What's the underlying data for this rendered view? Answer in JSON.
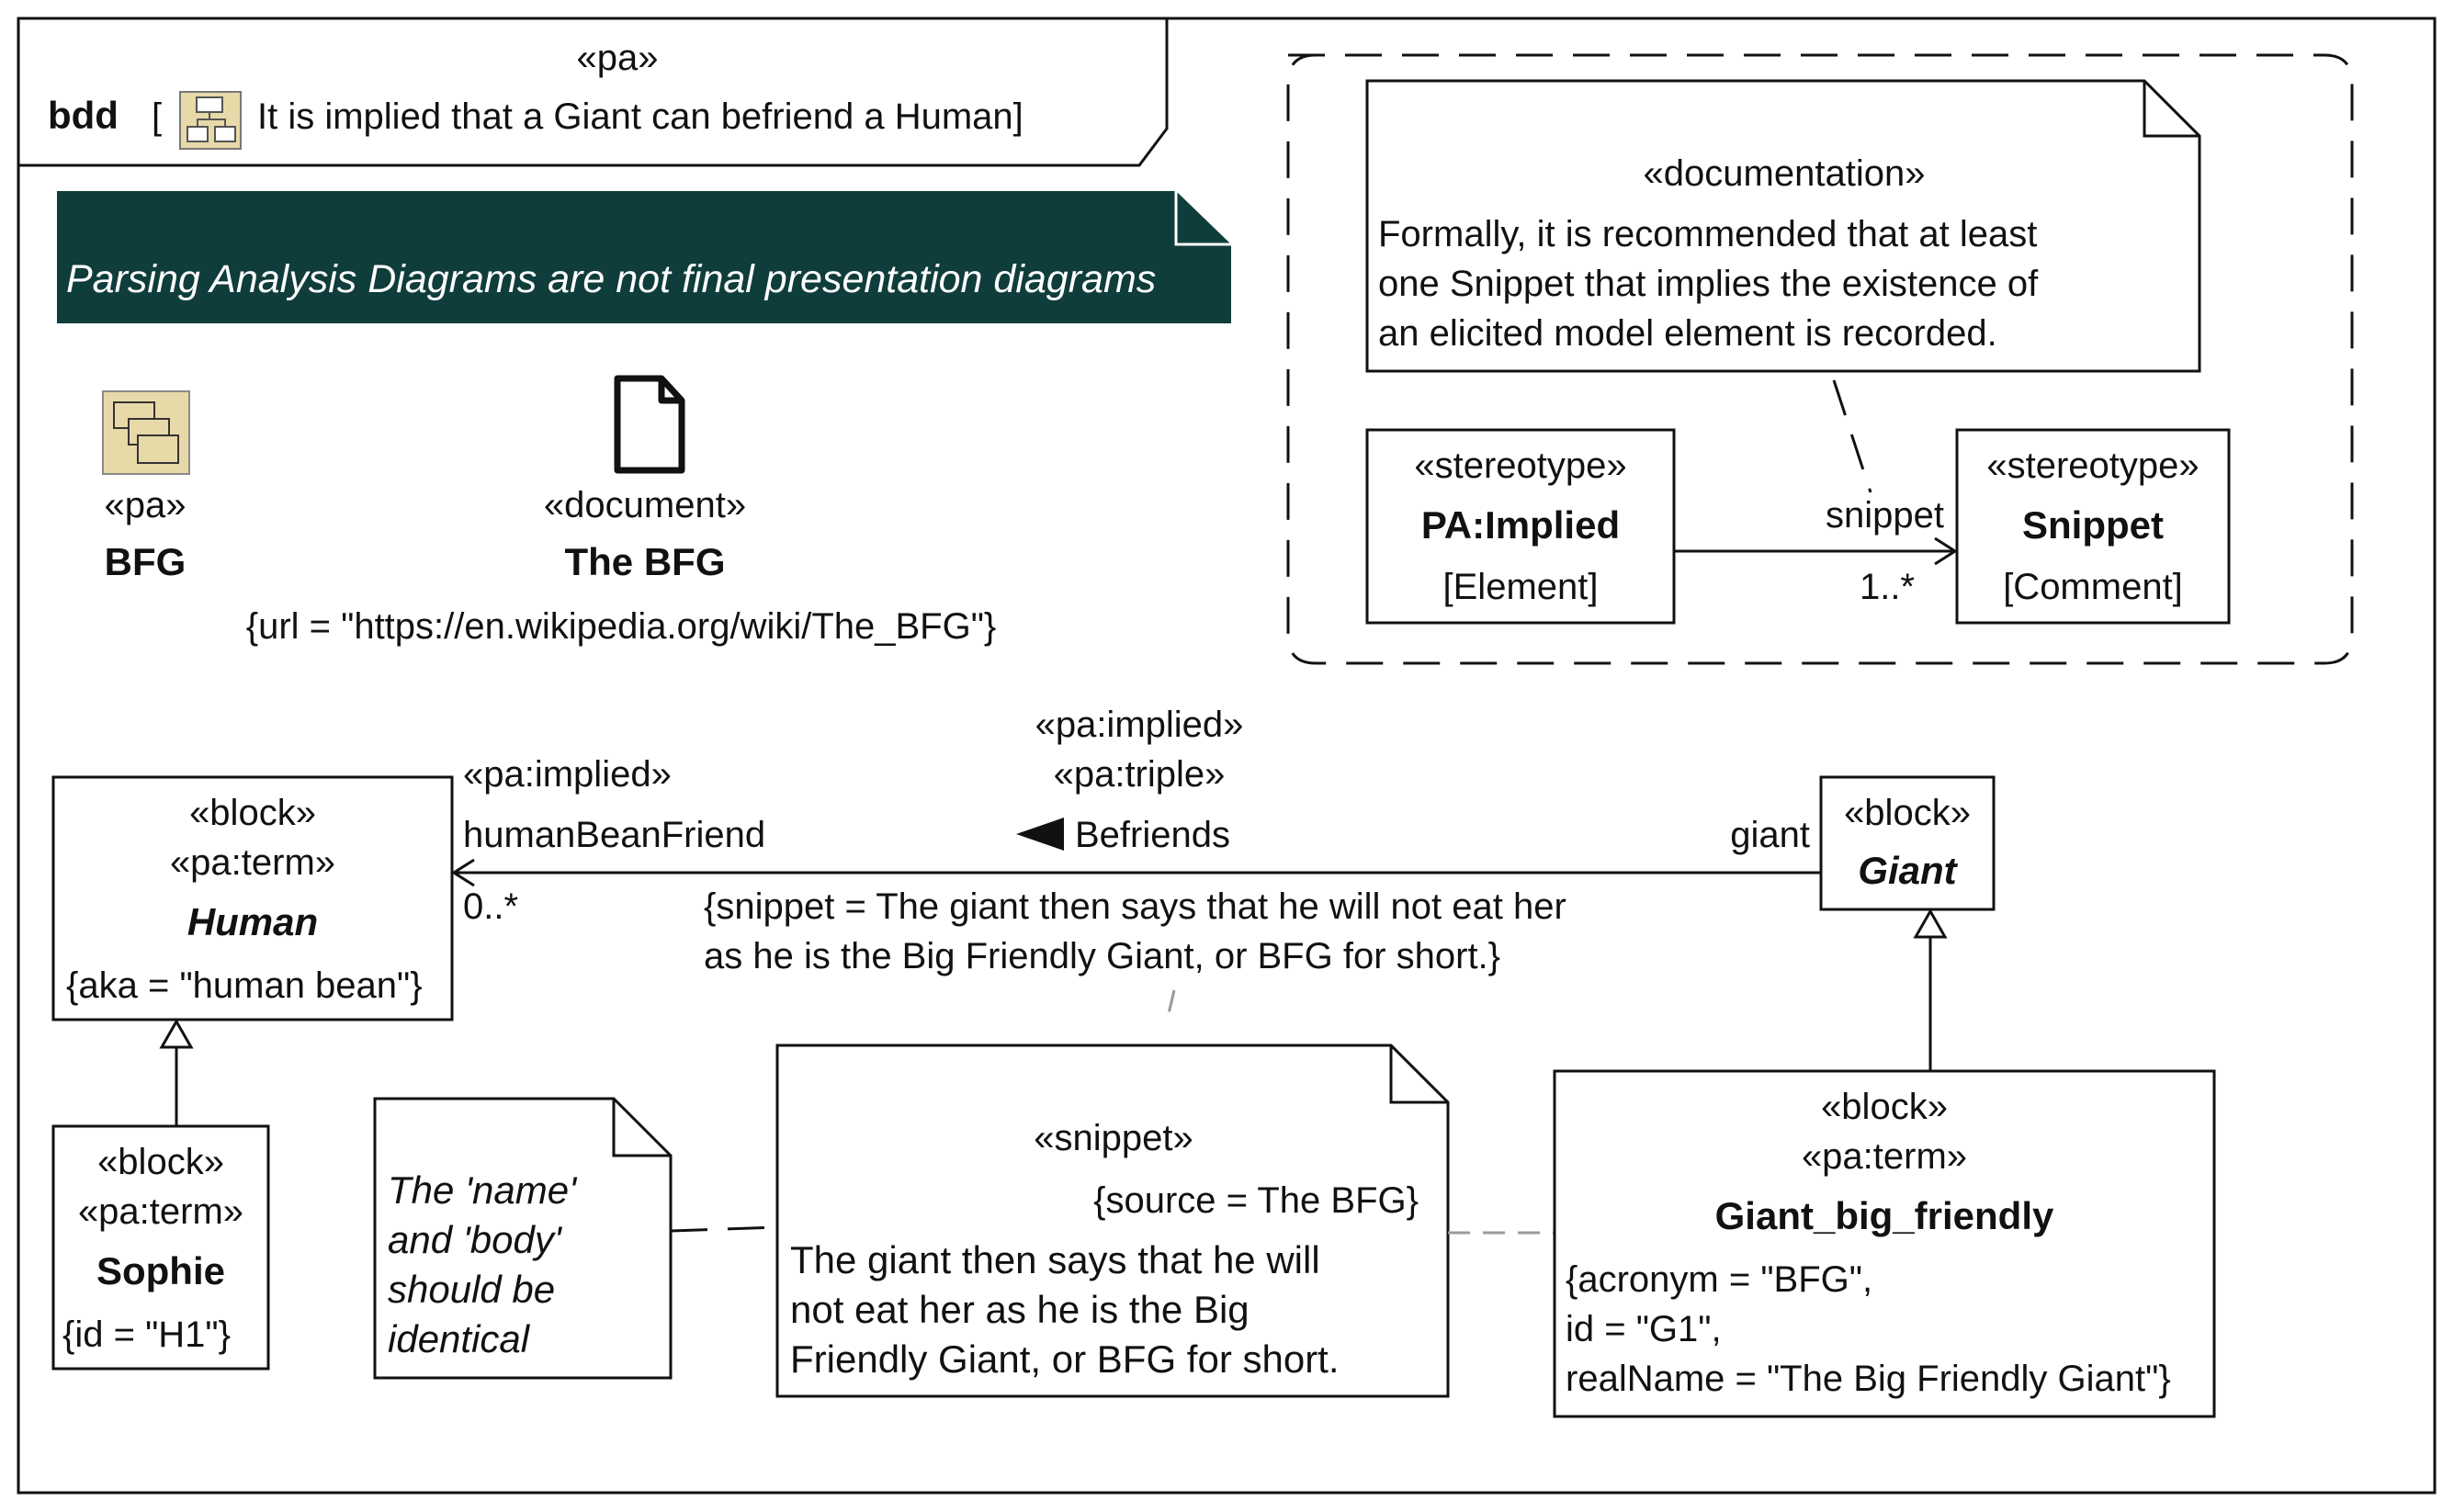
{
  "frame": {
    "stereotype": "«pa»",
    "kind": "bdd",
    "title": "It is implied that a Giant can befriend a Human]",
    "bracket_open": "["
  },
  "banner": {
    "text": "Parsing Analysis Diagrams are not final presentation diagrams",
    "color": "#0f3d3b"
  },
  "package": {
    "stereotype": "«pa»",
    "name": "BFG",
    "icon": "package-icon"
  },
  "document": {
    "stereotype": "«document»",
    "name": "The BFG",
    "tag": "{url = \"https://en.wikipedia.org/wiki/The_BFG\"}",
    "icon": "document-icon"
  },
  "legend": {
    "doc_note": {
      "stereotype": "«documentation»",
      "lines": [
        "Formally, it is recommended that at least",
        "one Snippet that implies the existence of",
        "an elicited model element is recorded."
      ]
    },
    "implied": {
      "stereotype": "«stereotype»",
      "name": "PA:Implied",
      "metaclass": "[Element]"
    },
    "snippet": {
      "stereotype": "«stereotype»",
      "name": "Snippet",
      "metaclass": "[Comment]"
    },
    "assoc_role": "snippet",
    "assoc_mult": "1..*"
  },
  "human": {
    "stereotypes": [
      "«block»",
      "«pa:term»"
    ],
    "name": "Human",
    "tag": "{aka = \"human bean\"}"
  },
  "giant": {
    "stereotype": "«block»",
    "name": "Giant"
  },
  "association": {
    "stereotypes": [
      "«pa:implied»",
      "«pa:triple»"
    ],
    "name": "Befriends",
    "end_stereotype": "«pa:implied»",
    "end_role": "humanBeanFriend",
    "end_mult": "0..*",
    "giant_role": "giant",
    "tag_lines": [
      "{snippet = The giant then says that he will not eat her",
      "as he is the Big Friendly Giant, or BFG for short.}"
    ]
  },
  "sophie": {
    "stereotypes": [
      "«block»",
      "«pa:term»"
    ],
    "name": "Sophie",
    "tag": "{id = \"H1\"}"
  },
  "italic_note": {
    "lines": [
      "The 'name'",
      "and 'body'",
      "should be",
      "identical"
    ]
  },
  "snippet_note": {
    "stereotype": "«snippet»",
    "tag": "{source = The BFG}",
    "lines": [
      "The giant then says that he will",
      "not eat her as he is the Big",
      "Friendly Giant, or BFG for short."
    ]
  },
  "gbf": {
    "stereotypes": [
      "«block»",
      "«pa:term»"
    ],
    "name": "Giant_big_friendly",
    "tag_lines": [
      "{acronym = \"BFG\",",
      "id = \"G1\",",
      "realName = \"The Big Friendly Giant\"}"
    ]
  }
}
